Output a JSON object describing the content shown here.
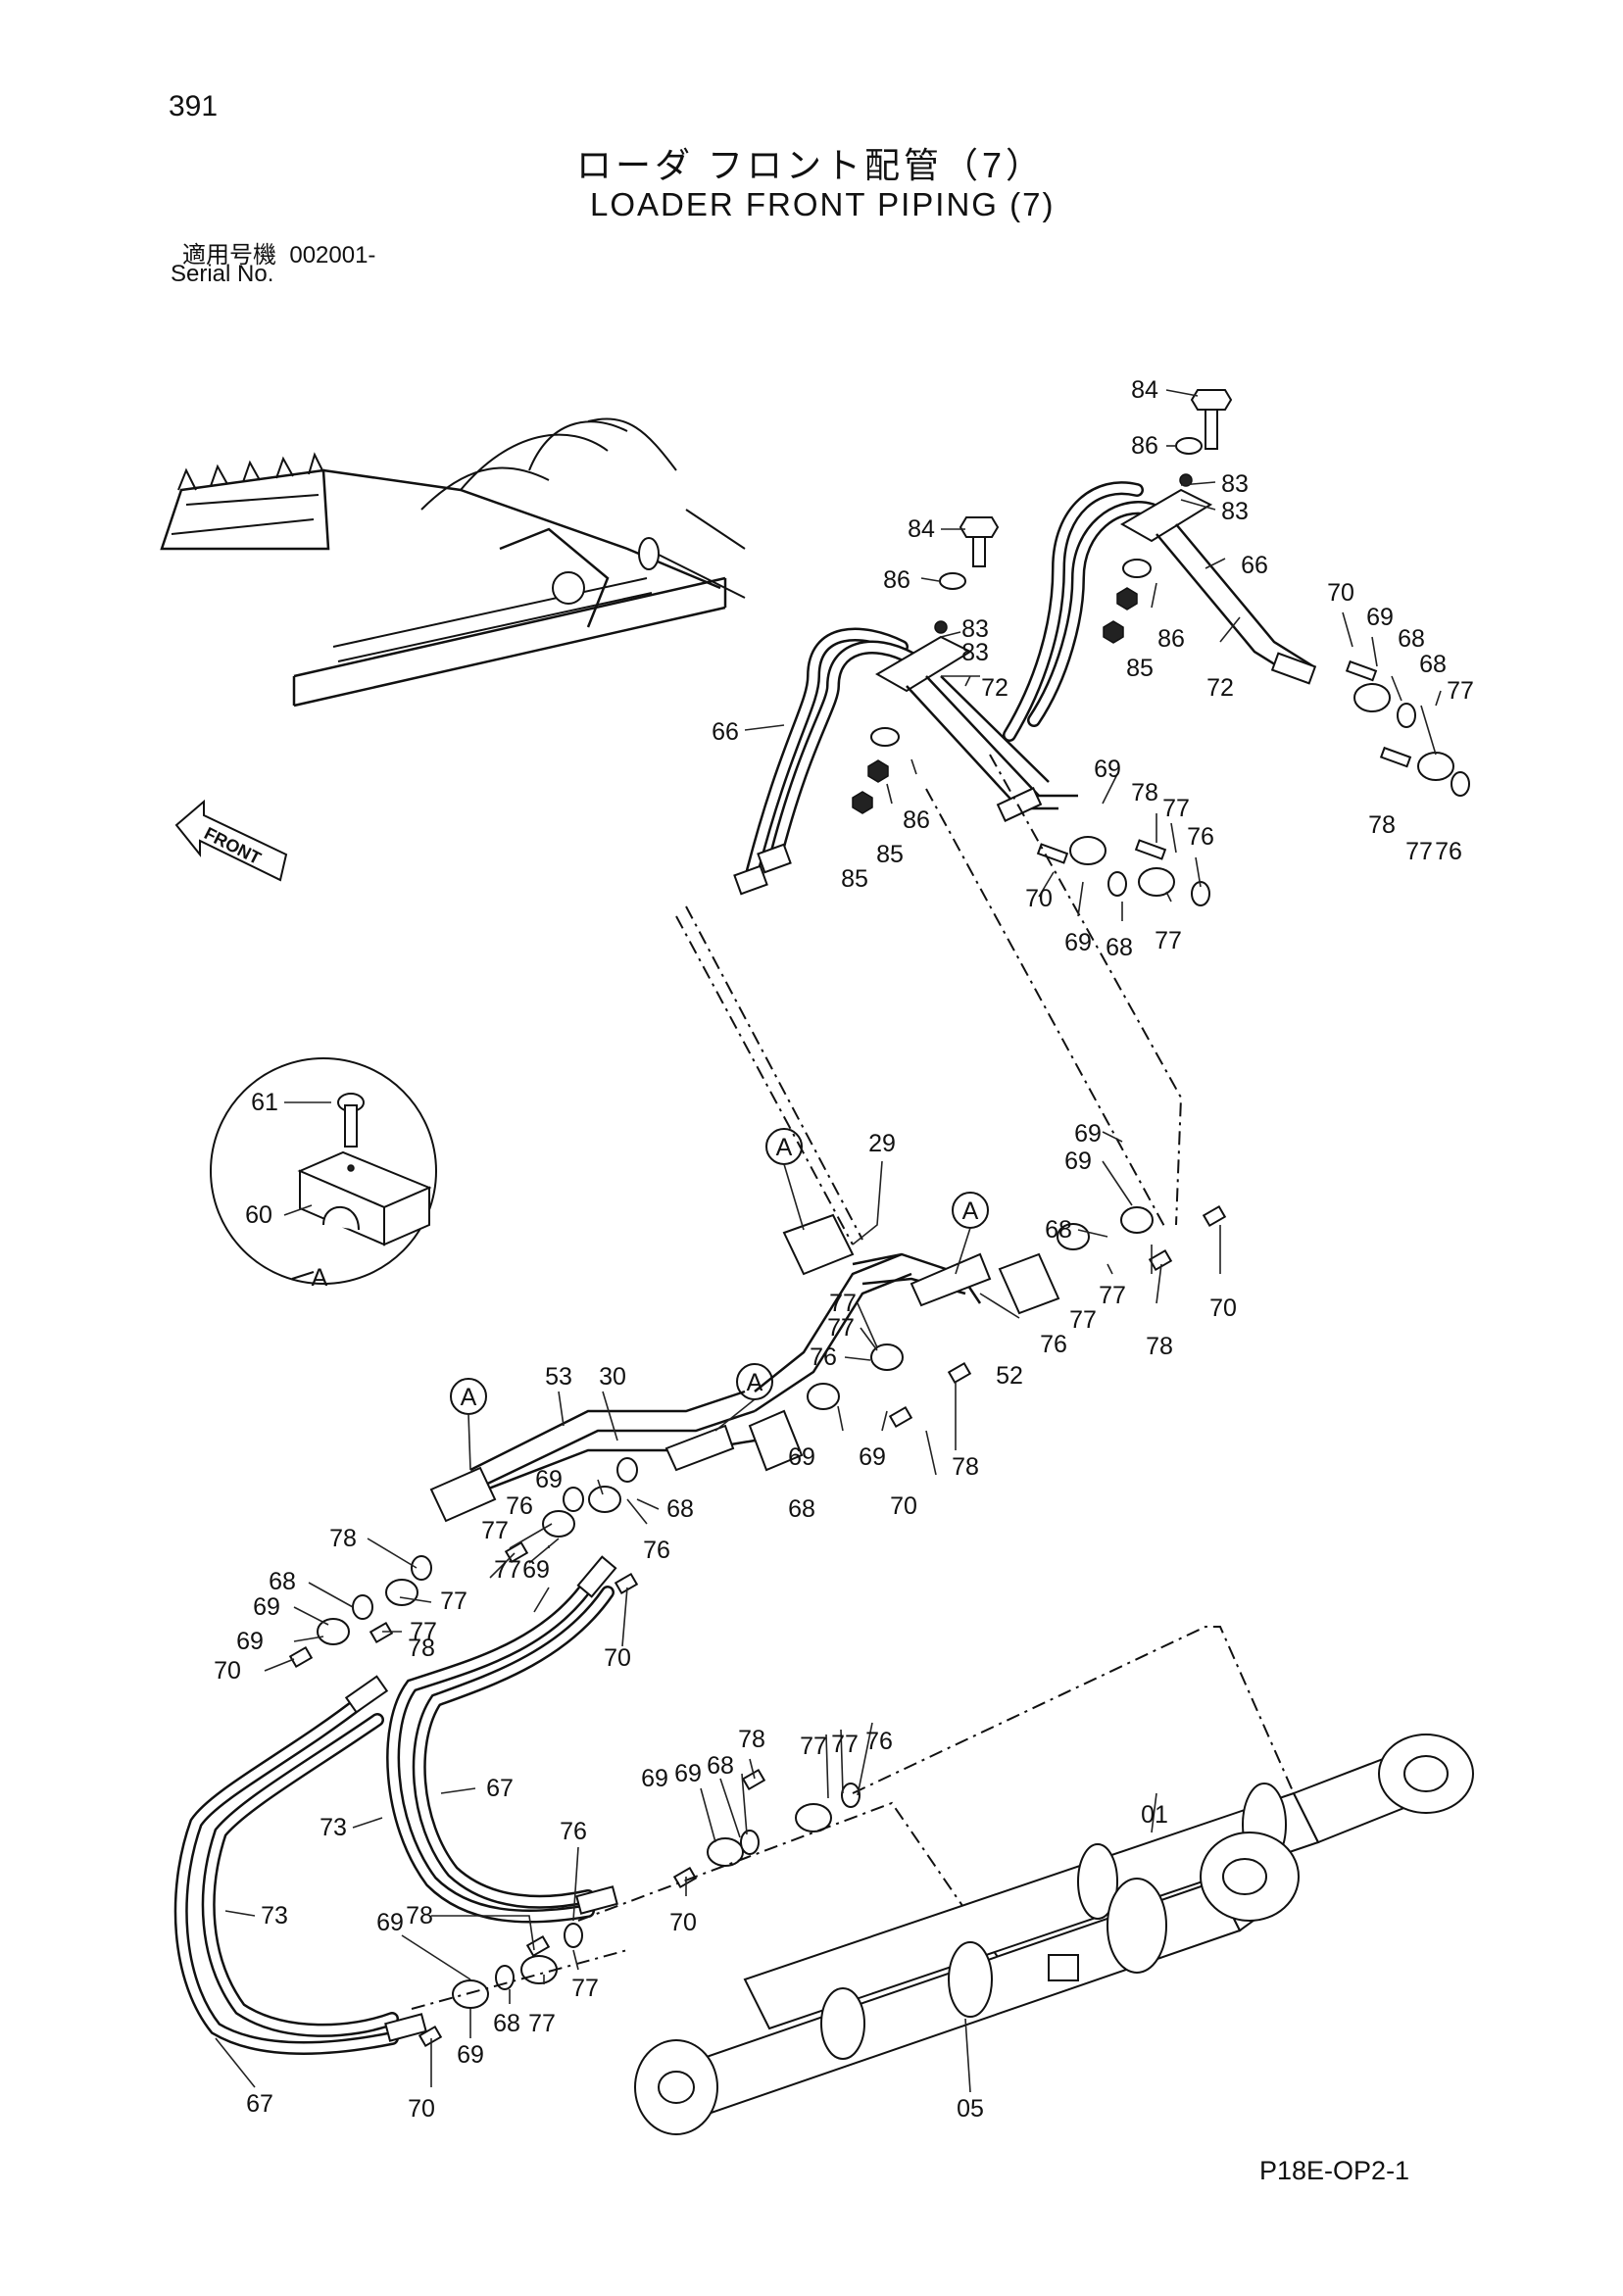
{
  "page_number": "391",
  "title_ja": "ローダ フロント配管（7）",
  "title_en": "LOADER FRONT PIPING (7)",
  "serial_label_ja": "適用号機",
  "serial_value": "002001-",
  "serial_label_en": "Serial No.",
  "drawing_code": "P18E-OP2-1",
  "front_arrow_label": "FRONT",
  "detail_label": "A",
  "callouts": [
    {
      "id": "c01",
      "text": "84"
    },
    {
      "id": "c02",
      "text": "86"
    },
    {
      "id": "c03",
      "text": "83"
    },
    {
      "id": "c04",
      "text": "83"
    },
    {
      "id": "c05",
      "text": "84"
    },
    {
      "id": "c06",
      "text": "66"
    },
    {
      "id": "c07",
      "text": "86"
    },
    {
      "id": "c08",
      "text": "70"
    },
    {
      "id": "c09",
      "text": "69"
    },
    {
      "id": "c10",
      "text": "83"
    },
    {
      "id": "c11",
      "text": "83"
    },
    {
      "id": "c12",
      "text": "86"
    },
    {
      "id": "c13",
      "text": "68"
    },
    {
      "id": "c14",
      "text": "68"
    },
    {
      "id": "c15",
      "text": "72"
    },
    {
      "id": "c16",
      "text": "85"
    },
    {
      "id": "c17",
      "text": "72"
    },
    {
      "id": "c18",
      "text": "77"
    },
    {
      "id": "c19",
      "text": "66"
    },
    {
      "id": "c20",
      "text": "86"
    },
    {
      "id": "c21",
      "text": "85"
    },
    {
      "id": "c22",
      "text": "69"
    },
    {
      "id": "c23",
      "text": "85"
    },
    {
      "id": "c24",
      "text": "78"
    },
    {
      "id": "c25",
      "text": "77"
    },
    {
      "id": "c26",
      "text": "78"
    },
    {
      "id": "c27",
      "text": "77"
    },
    {
      "id": "c28",
      "text": "76"
    },
    {
      "id": "c29",
      "text": "76"
    },
    {
      "id": "c30",
      "text": "70"
    },
    {
      "id": "c31",
      "text": "69"
    },
    {
      "id": "c32",
      "text": "68"
    },
    {
      "id": "c33",
      "text": "77"
    },
    {
      "id": "c34",
      "text": "61"
    },
    {
      "id": "c35",
      "text": "60"
    },
    {
      "id": "c36",
      "text": "A"
    },
    {
      "id": "c37",
      "text": "29"
    },
    {
      "id": "c38",
      "text": "69"
    },
    {
      "id": "c39",
      "text": "69"
    },
    {
      "id": "c40",
      "text": "68"
    },
    {
      "id": "c41",
      "text": "77"
    },
    {
      "id": "c42",
      "text": "77"
    },
    {
      "id": "c43",
      "text": "76"
    },
    {
      "id": "c44",
      "text": "70"
    },
    {
      "id": "c45",
      "text": "78"
    },
    {
      "id": "c46",
      "text": "52"
    },
    {
      "id": "c47",
      "text": "77"
    },
    {
      "id": "c48",
      "text": "77"
    },
    {
      "id": "c49",
      "text": "76"
    },
    {
      "id": "c50",
      "text": "53"
    },
    {
      "id": "c51",
      "text": "30"
    },
    {
      "id": "c52",
      "text": "69"
    },
    {
      "id": "c53",
      "text": "69"
    },
    {
      "id": "c54",
      "text": "78"
    },
    {
      "id": "c55",
      "text": "70"
    },
    {
      "id": "c56",
      "text": "68"
    },
    {
      "id": "c57",
      "text": "69"
    },
    {
      "id": "c58",
      "text": "76"
    },
    {
      "id": "c59",
      "text": "68"
    },
    {
      "id": "c60",
      "text": "77"
    },
    {
      "id": "c61",
      "text": "78"
    },
    {
      "id": "c62",
      "text": "77"
    },
    {
      "id": "c63",
      "text": "69"
    },
    {
      "id": "c64",
      "text": "76"
    },
    {
      "id": "c65",
      "text": "68"
    },
    {
      "id": "c66",
      "text": "77"
    },
    {
      "id": "c67",
      "text": "69"
    },
    {
      "id": "c68",
      "text": "77"
    },
    {
      "id": "c69",
      "text": "69"
    },
    {
      "id": "c70",
      "text": "78"
    },
    {
      "id": "c71",
      "text": "70"
    },
    {
      "id": "c72",
      "text": "70"
    },
    {
      "id": "c73",
      "text": "78"
    },
    {
      "id": "c74",
      "text": "77"
    },
    {
      "id": "c75",
      "text": "77"
    },
    {
      "id": "c76",
      "text": "76"
    },
    {
      "id": "c77",
      "text": "69"
    },
    {
      "id": "c78",
      "text": "69"
    },
    {
      "id": "c79",
      "text": "68"
    },
    {
      "id": "c80",
      "text": "67"
    },
    {
      "id": "c81",
      "text": "01"
    },
    {
      "id": "c82",
      "text": "73"
    },
    {
      "id": "c83",
      "text": "76"
    },
    {
      "id": "c84",
      "text": "73"
    },
    {
      "id": "c85",
      "text": "69"
    },
    {
      "id": "c86",
      "text": "78"
    },
    {
      "id": "c87",
      "text": "70"
    },
    {
      "id": "c88",
      "text": "68"
    },
    {
      "id": "c89",
      "text": "77"
    },
    {
      "id": "c90",
      "text": "77"
    },
    {
      "id": "c91",
      "text": "69"
    },
    {
      "id": "c92",
      "text": "67"
    },
    {
      "id": "c93",
      "text": "70"
    },
    {
      "id": "c94",
      "text": "05"
    },
    {
      "id": "c95",
      "text": "A"
    },
    {
      "id": "c96",
      "text": "A"
    },
    {
      "id": "c97",
      "text": "A"
    },
    {
      "id": "c98",
      "text": "A"
    }
  ]
}
